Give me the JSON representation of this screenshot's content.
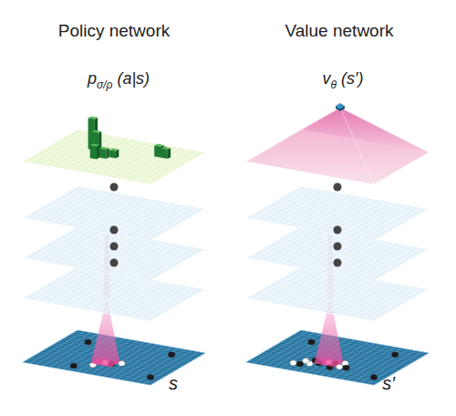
{
  "diagram": {
    "labels": [
      "Policy network",
      "Value network",
      "p",
      "σ/ρ",
      "(a|s)",
      "v",
      "θ",
      "(s′)",
      "s",
      "s′"
    ]
  }
}
